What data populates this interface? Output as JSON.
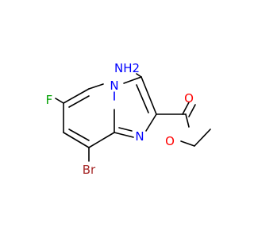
{
  "molecule": {
    "atoms": [
      {
        "id": "N_amine",
        "label": "NH2",
        "color": "#0000ff"
      },
      {
        "id": "N_bridge",
        "label": "N",
        "color": "#0000ff"
      },
      {
        "id": "N_ring",
        "label": "N",
        "color": "#0000ff"
      },
      {
        "id": "O_carbonyl",
        "label": "O",
        "color": "#ff0000"
      },
      {
        "id": "O_ester",
        "label": "O",
        "color": "#ff0000"
      },
      {
        "id": "F",
        "label": "F",
        "color": "#00a000"
      },
      {
        "id": "Br",
        "label": "Br",
        "color": "#a62929"
      }
    ]
  },
  "colors": {
    "bond": "#000000",
    "nitrogen": "#0000ff",
    "oxygen": "#ff0000",
    "fluorine": "#00a000",
    "bromine": "#a62929"
  }
}
